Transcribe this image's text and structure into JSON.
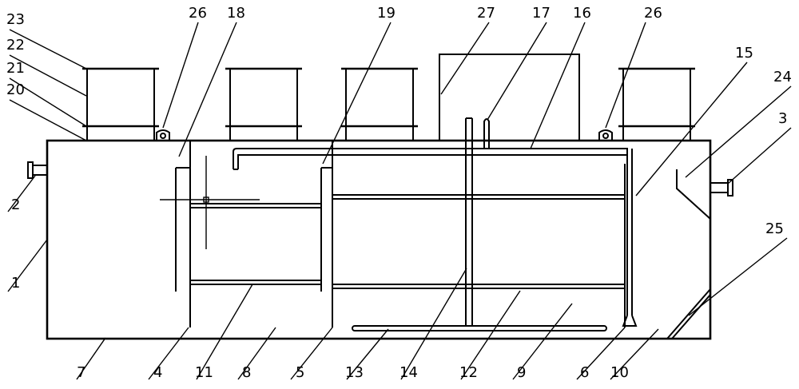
{
  "labels": [
    {
      "id": "l23",
      "text": "23"
    },
    {
      "id": "l22",
      "text": "22"
    },
    {
      "id": "l21",
      "text": "21"
    },
    {
      "id": "l20",
      "text": "20"
    },
    {
      "id": "l26a",
      "text": "26"
    },
    {
      "id": "l18",
      "text": "18"
    },
    {
      "id": "l19",
      "text": "19"
    },
    {
      "id": "l27",
      "text": "27"
    },
    {
      "id": "l17",
      "text": "17"
    },
    {
      "id": "l16",
      "text": "16"
    },
    {
      "id": "l26b",
      "text": "26"
    },
    {
      "id": "l15",
      "text": "15"
    },
    {
      "id": "l24",
      "text": "24"
    },
    {
      "id": "l3",
      "text": "3"
    },
    {
      "id": "l2",
      "text": "2"
    },
    {
      "id": "l1",
      "text": "1"
    },
    {
      "id": "l25",
      "text": "25"
    },
    {
      "id": "l7",
      "text": "7"
    },
    {
      "id": "l4",
      "text": "4"
    },
    {
      "id": "l11",
      "text": "11"
    },
    {
      "id": "l8",
      "text": "8"
    },
    {
      "id": "l5",
      "text": "5"
    },
    {
      "id": "l13",
      "text": "13"
    },
    {
      "id": "l14",
      "text": "14"
    },
    {
      "id": "l12",
      "text": "12"
    },
    {
      "id": "l9",
      "text": "9"
    },
    {
      "id": "l6",
      "text": "6"
    },
    {
      "id": "l10",
      "text": "10"
    }
  ]
}
